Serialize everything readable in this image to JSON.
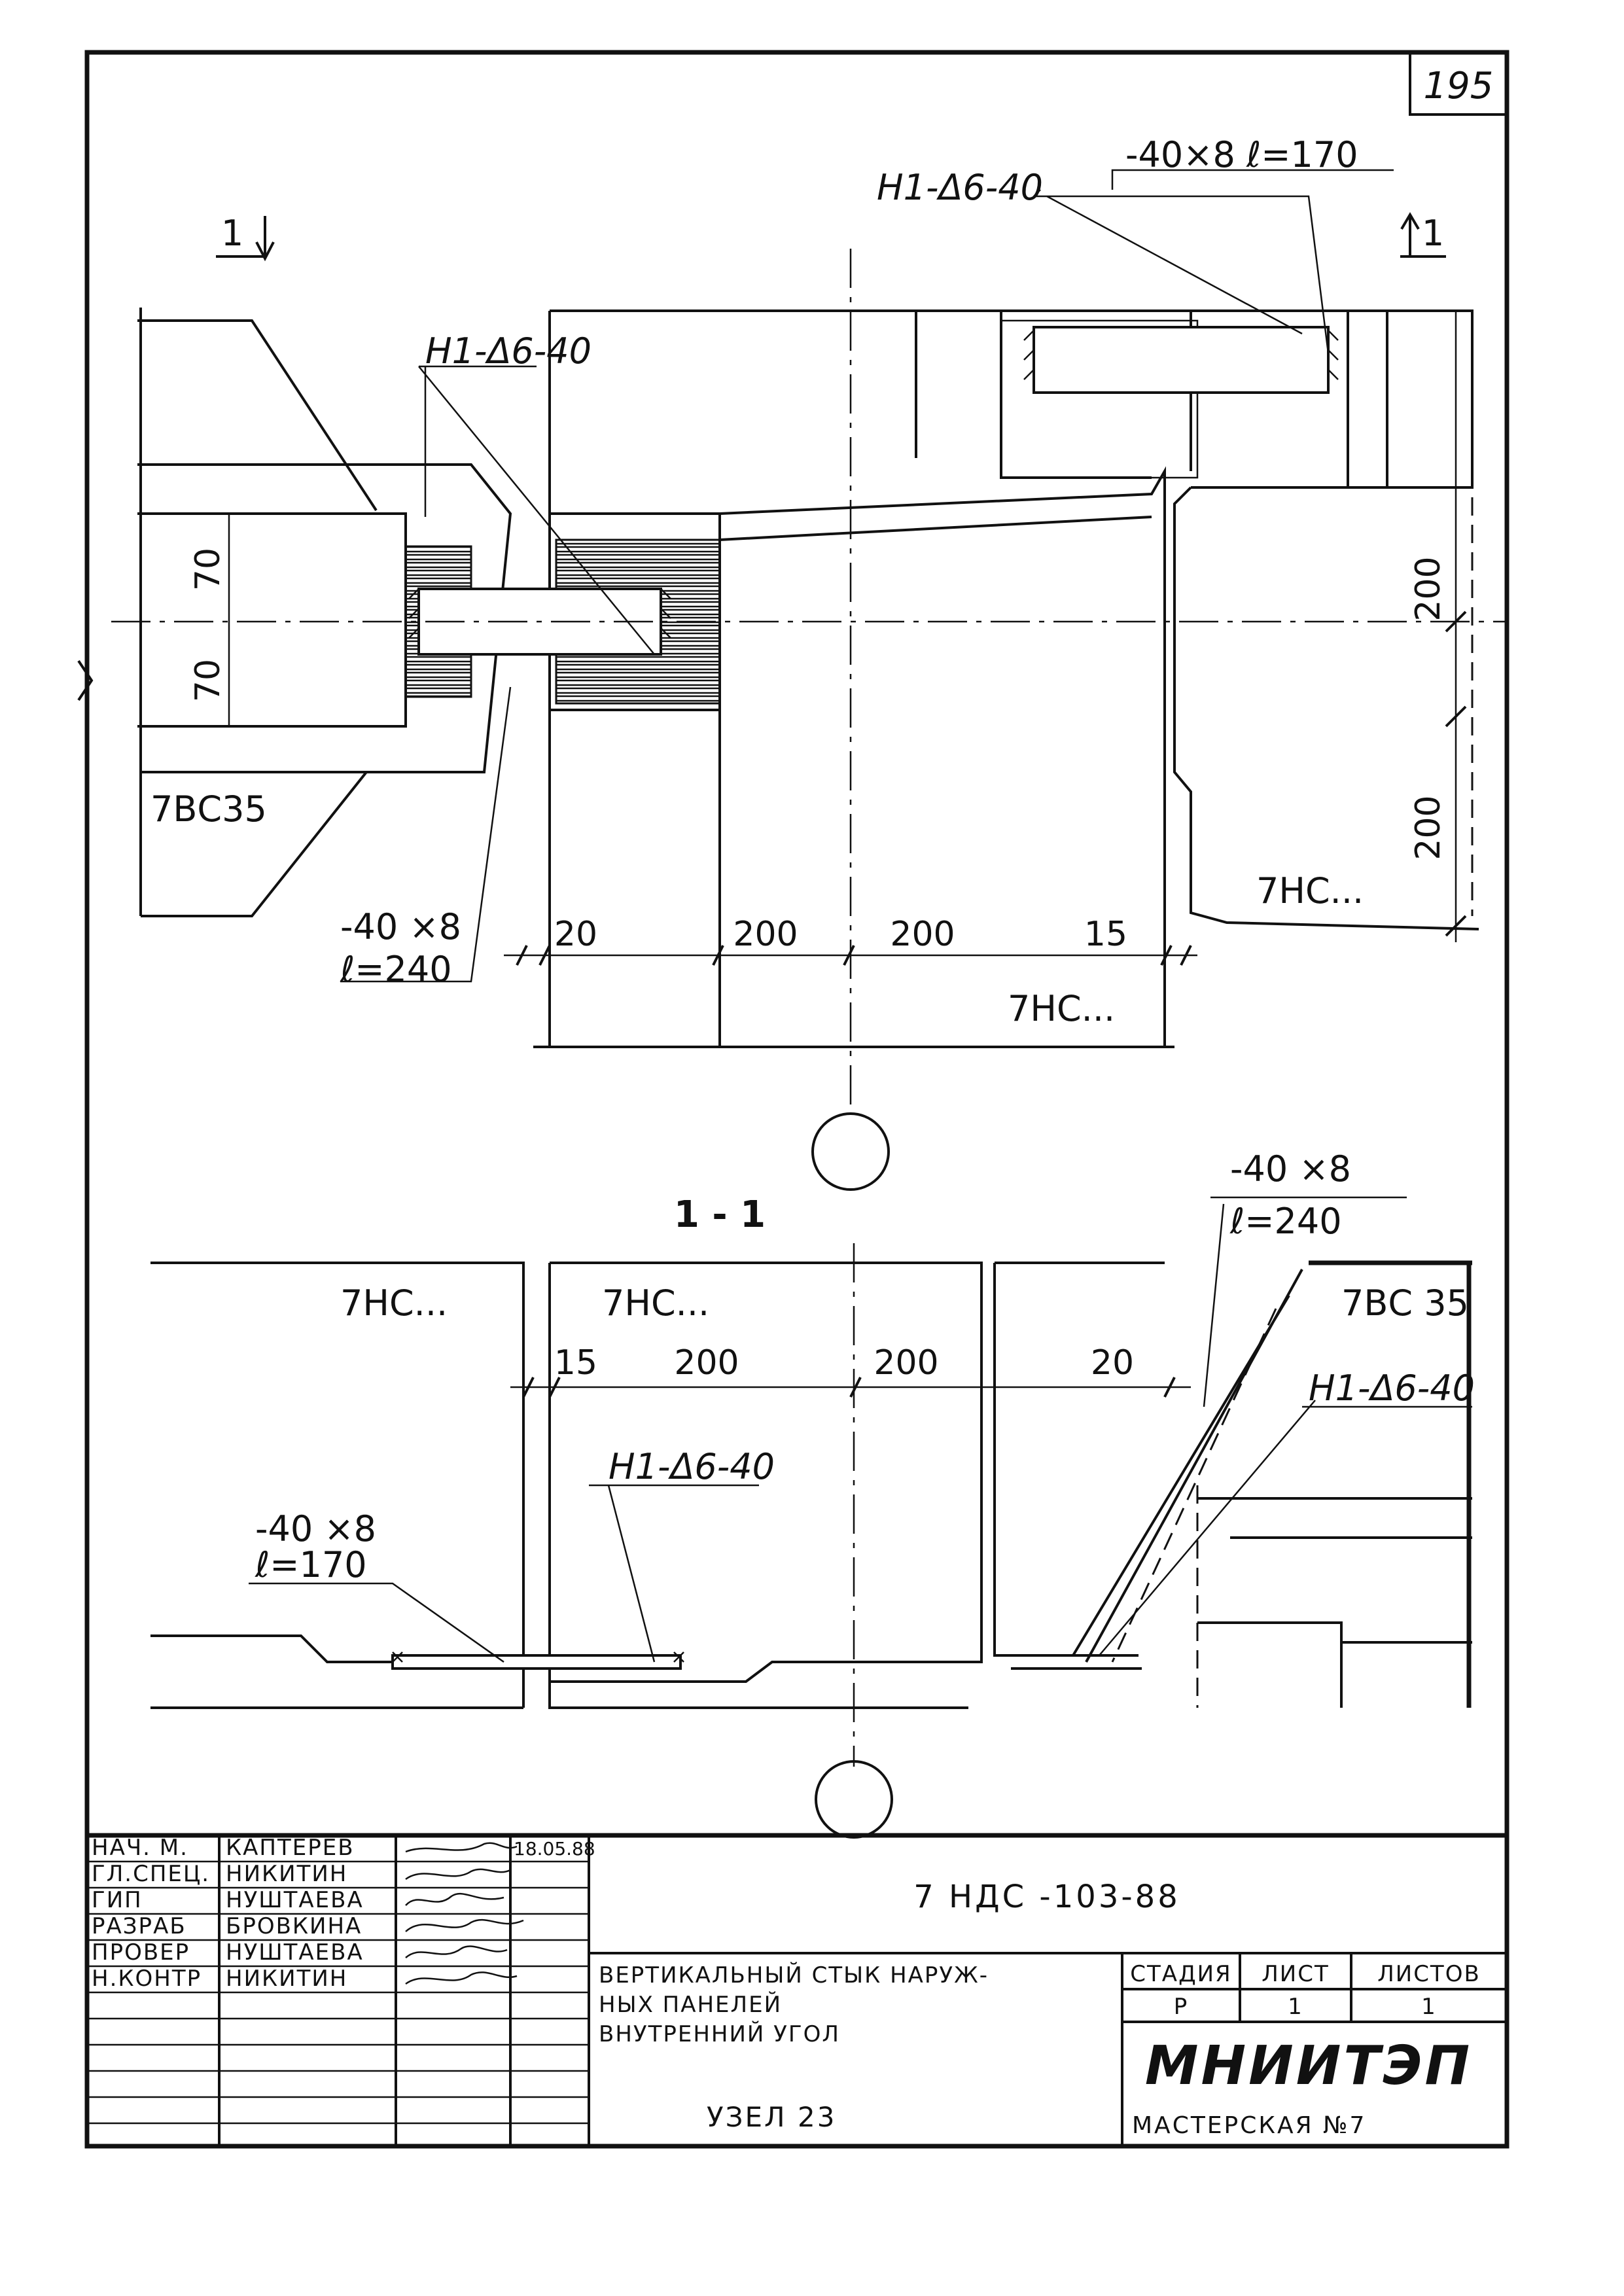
{
  "sheet_number": "195",
  "plan": {
    "section_mark_left": "1",
    "section_mark_right": "1",
    "weld_label_top": "H1-Δ6-40",
    "weld_label_left": "H1-Δ6-40",
    "plate_top": "-40×8  ℓ=170",
    "plate_left_a": "-40 ×8",
    "plate_left_b": "ℓ=240",
    "panel_inner": "7ВС35",
    "panel_right": "7НС...",
    "panel_bottom": "7НС...",
    "dims_h": [
      "20",
      "200",
      "200",
      "15"
    ],
    "dims_v_left": [
      "70",
      "70"
    ],
    "dims_v_right": [
      "200",
      "200"
    ]
  },
  "section": {
    "title": "1 - 1",
    "panel_a": "7НС...",
    "panel_b": "7НС...",
    "panel_c": "7ВС 35",
    "dims_h": [
      "15",
      "200",
      "200",
      "20"
    ],
    "plate_a": "-40 ×8",
    "plate_b": "ℓ=170",
    "plate_c": "-40 ×8",
    "plate_d": "ℓ=240",
    "weld_mid": "H1-Δ6-40",
    "weld_right": "H1-Δ6-40"
  },
  "title_block": {
    "roles": [
      "НАЧ. М.",
      "ГЛ.СПЕЦ.",
      "ГИП",
      "РАЗРАБ",
      "ПРОВЕР",
      "Н.КОНТР"
    ],
    "names": [
      "КАПТЕРЕВ",
      "НИКИТИН",
      "НУШТАЕВА",
      "БРОВКИНА",
      "НУШТАЕВА",
      "НИКИТИН"
    ],
    "date": "18.05.88",
    "doc_code": "7 НДС -103-88",
    "title_lines": [
      "ВЕРТИКАЛЬНЫЙ СТЫК НАРУЖ-",
      "НЫХ ПАНЕЛЕЙ",
      "ВНУТРЕННИЙ УГОЛ"
    ],
    "node": "УЗЕЛ 23",
    "stage_header": "СТАДИЯ",
    "sheet_header": "ЛИСТ",
    "sheets_header": "ЛИСТОВ",
    "stage": "Р",
    "sheet": "1",
    "sheets": "1",
    "org": "МНИИТЭП",
    "workshop": "МАСТЕРСКАЯ №7"
  }
}
